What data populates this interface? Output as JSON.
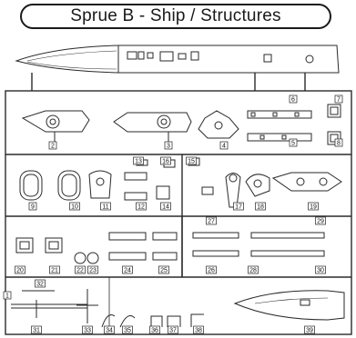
{
  "title": "Sprue B - Ship / Structures",
  "part_numbers": [
    "1",
    "2",
    "3",
    "4",
    "5",
    "6",
    "7",
    "8",
    "9",
    "10",
    "11",
    "12",
    "13",
    "14",
    "15",
    "16",
    "17",
    "18",
    "19",
    "20",
    "21",
    "22",
    "23",
    "24",
    "25",
    "26",
    "27",
    "28",
    "29",
    "30",
    "31",
    "32",
    "33",
    "34",
    "35",
    "36",
    "37",
    "38",
    "39"
  ]
}
